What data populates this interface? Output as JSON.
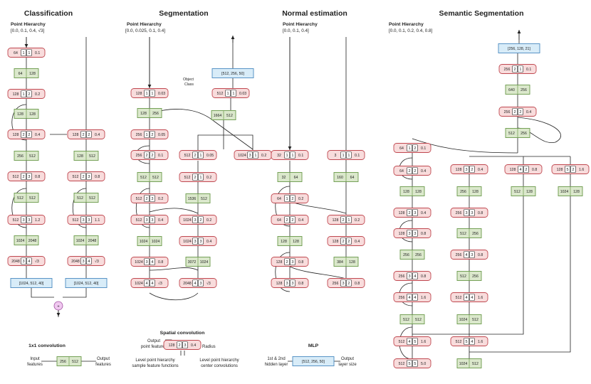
{
  "colors": {
    "spatial_fill": "#f8dcdc",
    "spatial_stroke": "#c04850",
    "conv_fill": "#dbe8cc",
    "conv_stroke": "#6a9a4a",
    "mlp_fill": "#d8ecf8",
    "mlp_stroke": "#4a8ac0",
    "sum_fill": "#f0c8f0",
    "sum_stroke": "#a050a0",
    "line": "#222222"
  },
  "titles": {
    "classification": "Classification",
    "segmentation": "Segmentation",
    "normal": "Normal estimation",
    "semantic": "Semantic Segmentation"
  },
  "hierarchy": {
    "label": "Point Hierarchy",
    "classification": "[0.0, 0.1, 0.4, √3]",
    "segmentation": "[0.0, 0.025, 0.1, 0.4]",
    "normal": "[0.0, 0.1, 0.4]",
    "semantic": "[0.0, 0.1, 0.2, 0.4, 0.8]"
  },
  "object_class": [
    "Object",
    "Class"
  ],
  "sum_symbol": "+",
  "legend": {
    "conv_title": "1x1 convolution",
    "conv_in": [
      "Input",
      "features"
    ],
    "conv_out": [
      "Output",
      "features"
    ],
    "conv_example": [
      "256",
      "512"
    ],
    "spatial_title": "Spatial convolution",
    "spatial_out": [
      "Output",
      "point features"
    ],
    "spatial_radius": "Radius",
    "spatial_example": [
      "128",
      "2",
      "3",
      "0.4"
    ],
    "spatial_level_sample": [
      "Level point hierarchy",
      "sample feature functions"
    ],
    "spatial_level_center": [
      "Level point hierarchy",
      "center convolutions"
    ],
    "mlp_title": "MLP",
    "mlp_hidden": [
      "1st & 2nd",
      "hidden layer"
    ],
    "mlp_out": [
      "Output",
      "layer size"
    ],
    "mlp_example": "[512, 256, 50]"
  },
  "blocks": {
    "classification": [
      {
        "k": "s",
        "v": [
          "64",
          "1",
          "1",
          "0.1"
        ]
      },
      {
        "k": "c",
        "v": [
          "64",
          "128"
        ]
      },
      {
        "k": "s",
        "v": [
          "128",
          "1",
          "2",
          "0.2"
        ]
      },
      {
        "k": "c",
        "v": [
          "128",
          "128"
        ]
      },
      {
        "k": "s",
        "v": [
          "128",
          "2",
          "2",
          "0.4"
        ]
      },
      {
        "k": "s",
        "v": [
          "128",
          "2",
          "2",
          "0.4"
        ]
      },
      {
        "k": "c",
        "v": [
          "256",
          "512"
        ]
      },
      {
        "k": "c",
        "v": [
          "128",
          "512"
        ]
      },
      {
        "k": "s",
        "v": [
          "512",
          "2",
          "3",
          "0.8"
        ]
      },
      {
        "k": "s",
        "v": [
          "512",
          "2",
          "3",
          "0.8"
        ]
      },
      {
        "k": "c",
        "v": [
          "512",
          "512"
        ]
      },
      {
        "k": "c",
        "v": [
          "512",
          "512"
        ]
      },
      {
        "k": "s",
        "v": [
          "512",
          "3",
          "3",
          "1.2"
        ]
      },
      {
        "k": "s",
        "v": [
          "512",
          "3",
          "3",
          "1.1"
        ]
      },
      {
        "k": "c",
        "v": [
          "1024",
          "2048"
        ]
      },
      {
        "k": "c",
        "v": [
          "1024",
          "2048"
        ]
      },
      {
        "k": "s",
        "v": [
          "2048",
          "3",
          "4",
          "√3"
        ]
      },
      {
        "k": "s",
        "v": [
          "2048",
          "3",
          "4",
          "√3"
        ]
      },
      {
        "k": "m",
        "v": [
          "[1024, 512, 40]"
        ]
      },
      {
        "k": "m",
        "v": [
          "[1024, 512, 40]"
        ]
      }
    ],
    "segmentation": [
      {
        "k": "m",
        "v": [
          "[512, 256, 50]"
        ]
      },
      {
        "k": "s",
        "v": [
          "128",
          "1",
          "1",
          "0.03"
        ]
      },
      {
        "k": "s",
        "v": [
          "512",
          "1",
          "1",
          "0.03"
        ]
      },
      {
        "k": "c",
        "v": [
          "128",
          "256"
        ]
      },
      {
        "k": "c",
        "v": [
          "1664",
          "512"
        ]
      },
      {
        "k": "s",
        "v": [
          "256",
          "1",
          "2",
          "0.05"
        ]
      },
      {
        "k": "s",
        "v": [
          "256",
          "2",
          "2",
          "0.1"
        ]
      },
      {
        "k": "s",
        "v": [
          "512",
          "2",
          "1",
          "0.05"
        ]
      },
      {
        "k": "s",
        "v": [
          "1024",
          "3",
          "1",
          "0.2"
        ]
      },
      {
        "k": "c",
        "v": [
          "512",
          "512"
        ]
      },
      {
        "k": "s",
        "v": [
          "512",
          "2",
          "1",
          "0.2"
        ]
      },
      {
        "k": "s",
        "v": [
          "512",
          "2",
          "3",
          "0.2"
        ]
      },
      {
        "k": "c",
        "v": [
          "1536",
          "512"
        ]
      },
      {
        "k": "s",
        "v": [
          "512",
          "3",
          "3",
          "0.4"
        ]
      },
      {
        "k": "s",
        "v": [
          "1024",
          "3",
          "2",
          "0.2"
        ]
      },
      {
        "k": "c",
        "v": [
          "1024",
          "1024"
        ]
      },
      {
        "k": "s",
        "v": [
          "1024",
          "3",
          "3",
          "0.4"
        ]
      },
      {
        "k": "s",
        "v": [
          "1024",
          "3",
          "4",
          "0.8"
        ]
      },
      {
        "k": "c",
        "v": [
          "3072",
          "1024"
        ]
      },
      {
        "k": "s",
        "v": [
          "1024",
          "4",
          "4",
          "√3"
        ]
      },
      {
        "k": "s",
        "v": [
          "2048",
          "4",
          "3",
          "√3"
        ]
      }
    ],
    "normal": [
      {
        "k": "s",
        "v": [
          "32",
          "1",
          "1",
          "0.1"
        ]
      },
      {
        "k": "s",
        "v": [
          "3",
          "1",
          "1",
          "0.1"
        ]
      },
      {
        "k": "c",
        "v": [
          "32",
          "64"
        ]
      },
      {
        "k": "c",
        "v": [
          "160",
          "64"
        ]
      },
      {
        "k": "s",
        "v": [
          "64",
          "1",
          "2",
          "0.2"
        ]
      },
      {
        "k": "s",
        "v": [
          "64",
          "2",
          "2",
          "0.4"
        ]
      },
      {
        "k": "s",
        "v": [
          "128",
          "2",
          "1",
          "0.2"
        ]
      },
      {
        "k": "c",
        "v": [
          "128",
          "128"
        ]
      },
      {
        "k": "s",
        "v": [
          "128",
          "2",
          "2",
          "0.4"
        ]
      },
      {
        "k": "s",
        "v": [
          "128",
          "2",
          "3",
          "0.8"
        ]
      },
      {
        "k": "c",
        "v": [
          "384",
          "128"
        ]
      },
      {
        "k": "s",
        "v": [
          "128",
          "3",
          "3",
          "0.8"
        ]
      },
      {
        "k": "s",
        "v": [
          "256",
          "3",
          "2",
          "0.8"
        ]
      }
    ],
    "semantic": [
      {
        "k": "m",
        "v": [
          "[256, 128, 21]"
        ]
      },
      {
        "k": "s",
        "v": [
          "256",
          "2",
          "1",
          "0.1"
        ]
      },
      {
        "k": "c",
        "v": [
          "640",
          "256"
        ]
      },
      {
        "k": "s",
        "v": [
          "256",
          "2",
          "2",
          "0.4"
        ]
      },
      {
        "k": "c",
        "v": [
          "512",
          "256"
        ]
      },
      {
        "k": "s",
        "v": [
          "64",
          "1",
          "2",
          "0.1"
        ]
      },
      {
        "k": "s",
        "v": [
          "64",
          "2",
          "2",
          "0.4"
        ]
      },
      {
        "k": "s",
        "v": [
          "128",
          "3",
          "2",
          "0.4"
        ]
      },
      {
        "k": "s",
        "v": [
          "128",
          "4",
          "2",
          "0.8"
        ]
      },
      {
        "k": "s",
        "v": [
          "128",
          "5",
          "2",
          "1.6"
        ]
      },
      {
        "k": "c",
        "v": [
          "128",
          "128"
        ]
      },
      {
        "k": "c",
        "v": [
          "256",
          "128"
        ]
      },
      {
        "k": "c",
        "v": [
          "512",
          "128"
        ]
      },
      {
        "k": "c",
        "v": [
          "1024",
          "128"
        ]
      },
      {
        "k": "s",
        "v": [
          "128",
          "2",
          "3",
          "0.4"
        ]
      },
      {
        "k": "s",
        "v": [
          "256",
          "3",
          "3",
          "0.8"
        ]
      },
      {
        "k": "s",
        "v": [
          "128",
          "3",
          "3",
          "0.8"
        ]
      },
      {
        "k": "c",
        "v": [
          "512",
          "256"
        ]
      },
      {
        "k": "c",
        "v": [
          "256",
          "256"
        ]
      },
      {
        "k": "s",
        "v": [
          "256",
          "4",
          "3",
          "0.8"
        ]
      },
      {
        "k": "s",
        "v": [
          "256",
          "3",
          "4",
          "0.8"
        ]
      },
      {
        "k": "c",
        "v": [
          "512",
          "256"
        ]
      },
      {
        "k": "s",
        "v": [
          "256",
          "4",
          "4",
          "1.6"
        ]
      },
      {
        "k": "s",
        "v": [
          "512",
          "4",
          "4",
          "1.6"
        ]
      },
      {
        "k": "c",
        "v": [
          "512",
          "512"
        ]
      },
      {
        "k": "c",
        "v": [
          "1024",
          "512"
        ]
      },
      {
        "k": "s",
        "v": [
          "512",
          "4",
          "5",
          "1.6"
        ]
      },
      {
        "k": "s",
        "v": [
          "512",
          "5",
          "4",
          "1.6"
        ]
      },
      {
        "k": "s",
        "v": [
          "512",
          "5",
          "5",
          "5.0"
        ]
      },
      {
        "k": "c",
        "v": [
          "1024",
          "512"
        ]
      }
    ]
  }
}
